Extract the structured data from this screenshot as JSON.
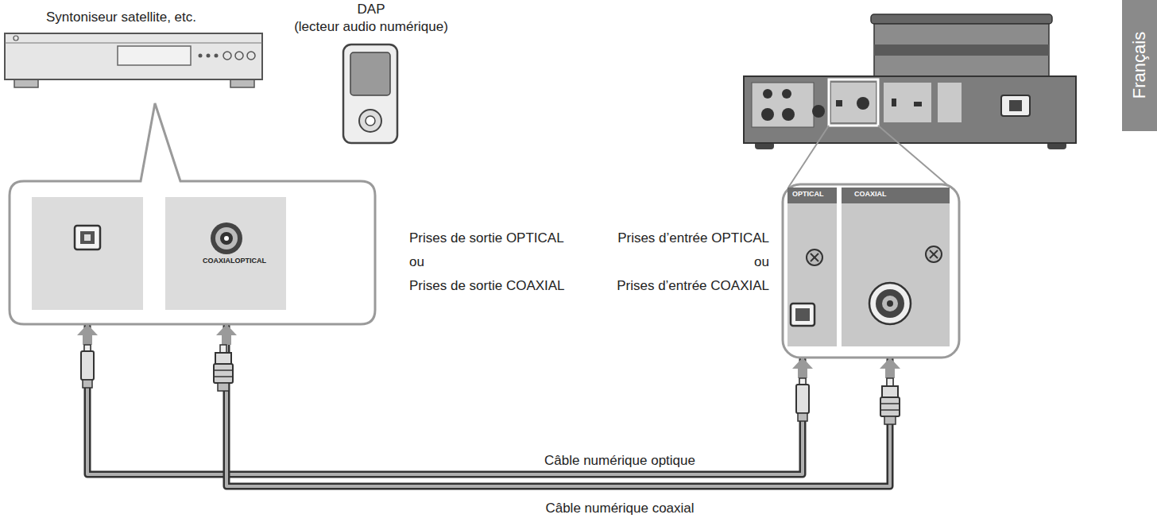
{
  "diagram": {
    "nodes": [
      {
        "text": [
          "COAXIALOPTICAL"
        ]
      },
      {
        "text": [
          "OPTICAL",
          "COAXIAL"
        ]
      }
    ],
    "edges": [
      {
        "from": 0,
        "to": 1,
        "arrow": "both",
        "label": "Câble numérique optique"
      },
      {
        "from": 0,
        "to": 1,
        "arrow": "both",
        "label": "Câble numérique coaxial"
      }
    ],
    "labels": [
      "DAP",
      "(lecteur audio numérique)",
      "Syntoniseur satellite, etc.",
      "Prises de sortie OPTICAL",
      "ou",
      "Prises de sortie COAXIAL",
      "Prises d’entrée OPTICAL",
      "ou",
      "Prises d’entrée COAXIAL",
      "Français"
    ]
  }
}
